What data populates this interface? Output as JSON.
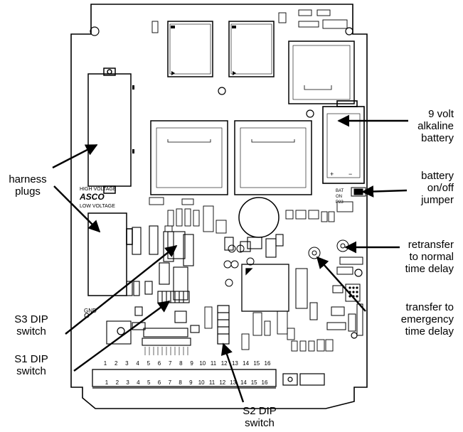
{
  "callouts": {
    "battery": "9 volt\nalkaline\nbattery",
    "battery_jumper": "battery\non/off\njumper",
    "retransfer": "retransfer\nto normal\ntime delay",
    "transfer": "transfer to\nemergency\ntime delay",
    "harness": "harness\nplugs",
    "s3": "S3 DIP\nswitch",
    "s1": "S1 DIP\nswitch",
    "s2": "S2 DIP\nswitch"
  },
  "board": {
    "high_voltage": "HIGH VOLTAGE",
    "brand": "ASCO",
    "low_voltage": "LOW VOLTAGE",
    "gnd": "GND",
    "terminals_top": [
      "1",
      "2",
      "3",
      "4",
      "5",
      "6",
      "7",
      "8",
      "9",
      "10",
      "11",
      "12",
      "13",
      "14",
      "15",
      "16"
    ],
    "terminals_bottom": [
      "1",
      "2",
      "3",
      "4",
      "5",
      "6",
      "7",
      "8",
      "9",
      "10",
      "11",
      "12",
      "13",
      "14",
      "15",
      "16"
    ]
  }
}
